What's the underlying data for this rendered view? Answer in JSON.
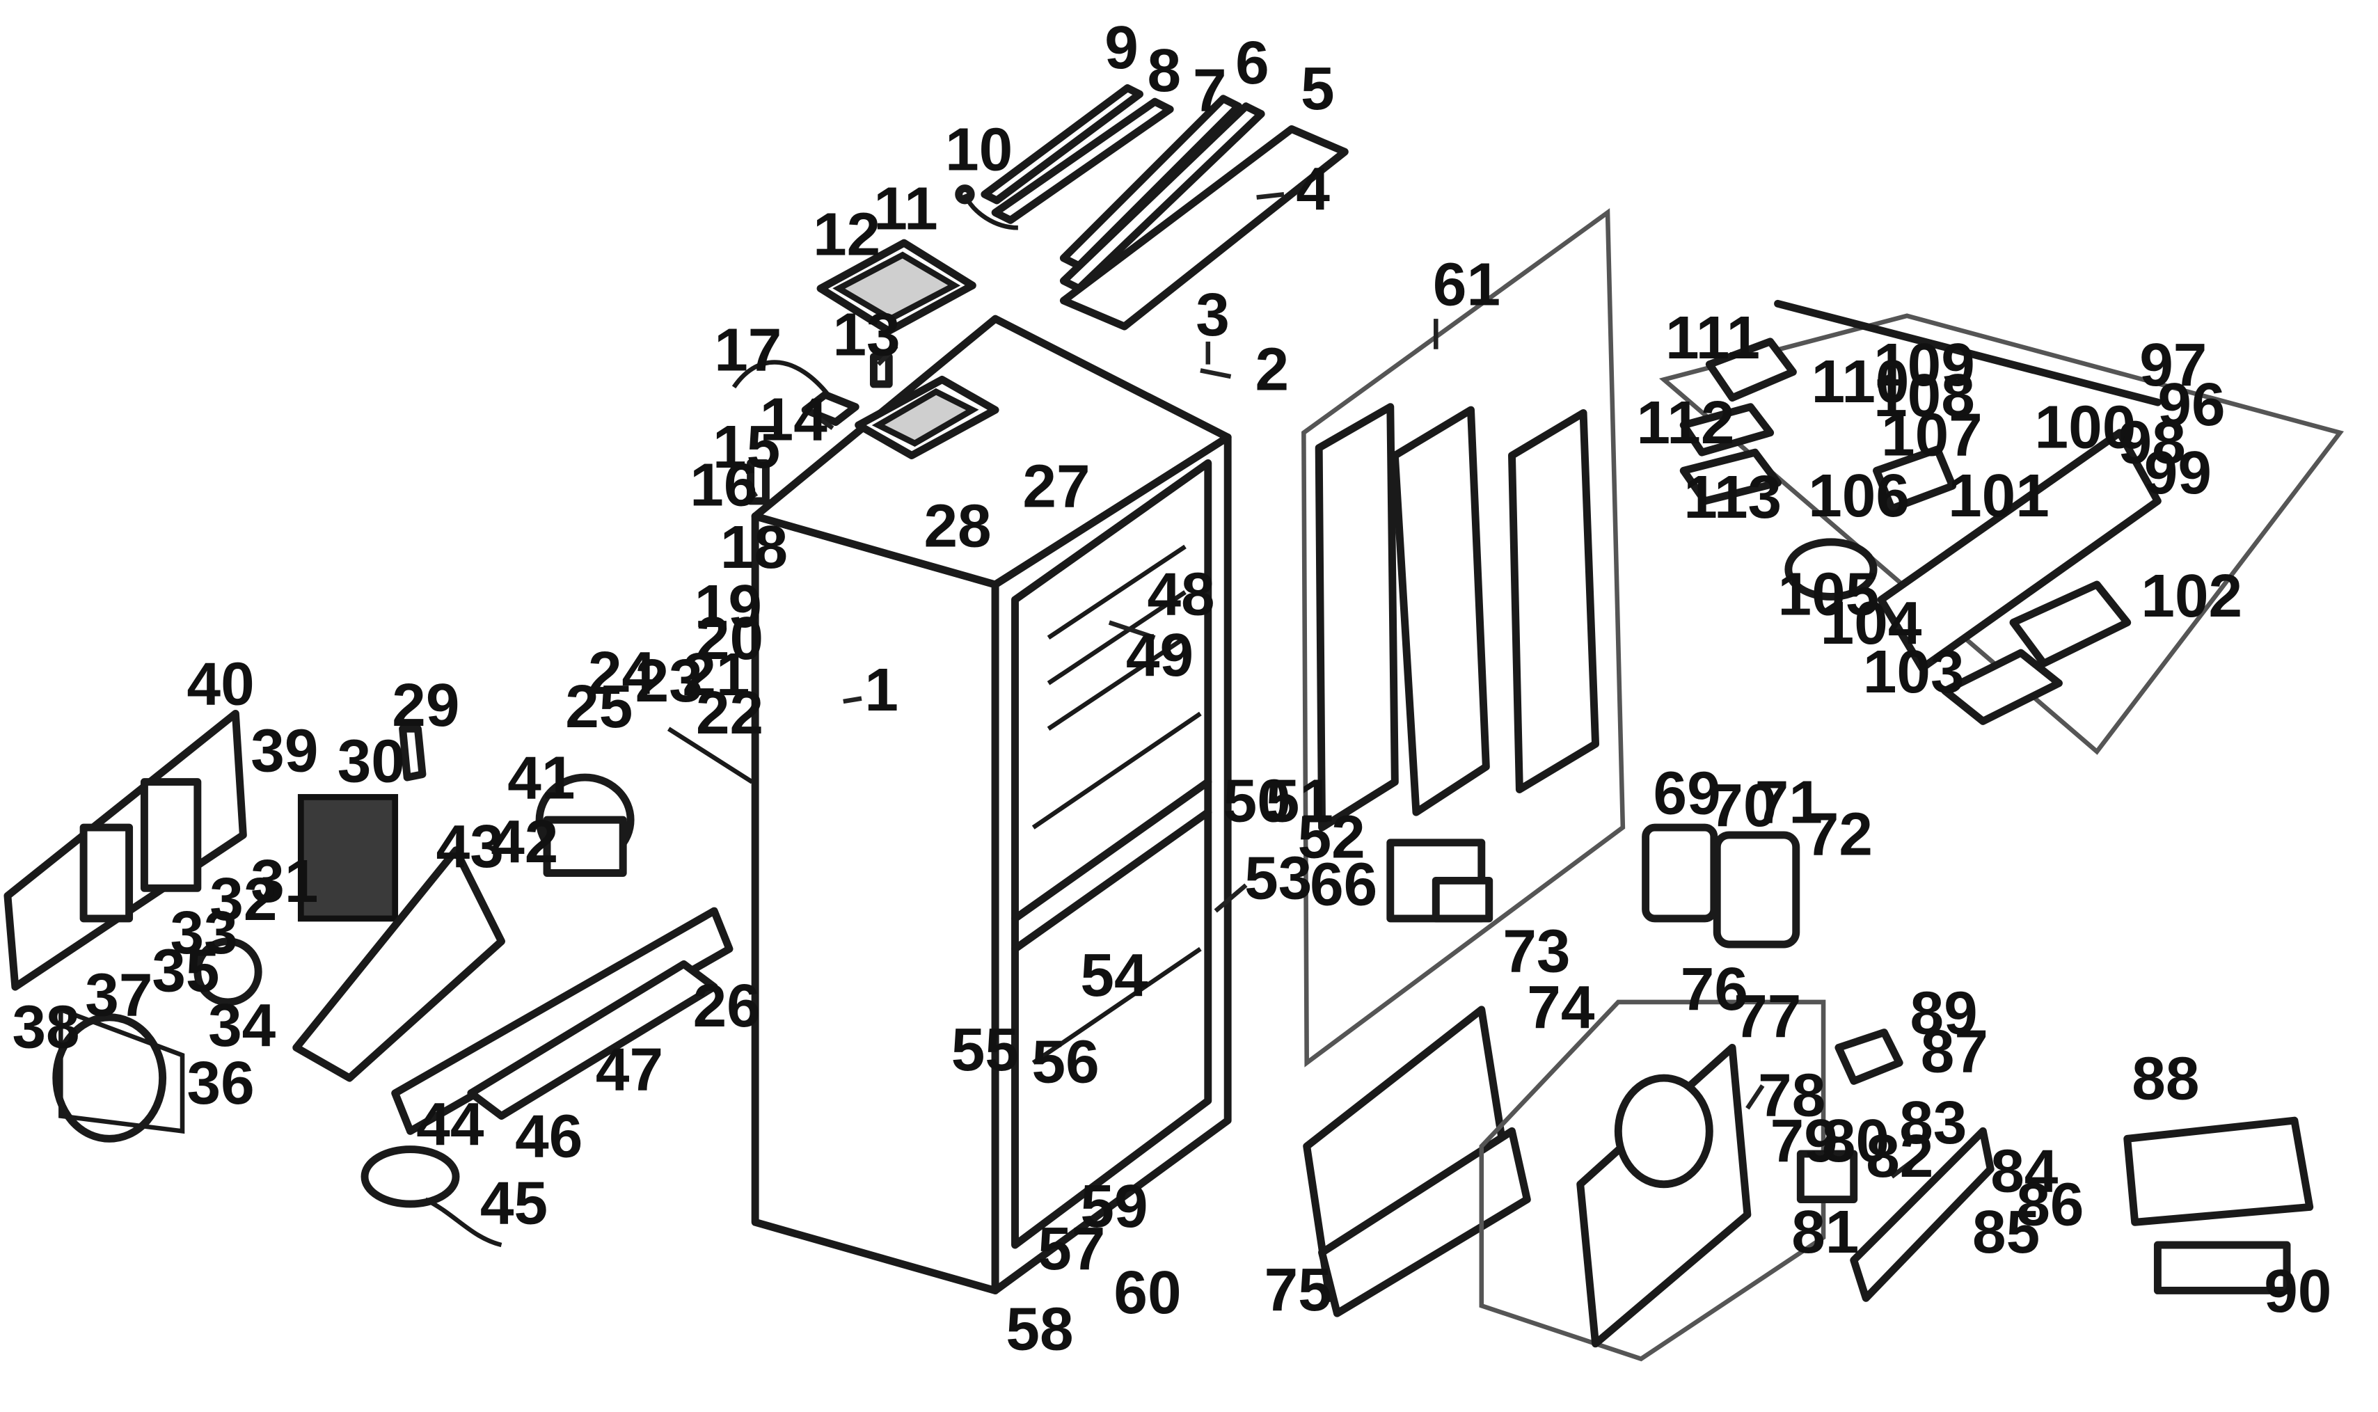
{
  "diagram": {
    "type": "exploded-parts-view",
    "line_color": "#1a1a1a",
    "background": "#ffffff",
    "callouts": [
      "1",
      "2",
      "3",
      "4",
      "5",
      "6",
      "7",
      "8",
      "9",
      "10",
      "11",
      "12",
      "13",
      "14",
      "15",
      "16",
      "17",
      "18",
      "19",
      "20",
      "21",
      "22",
      "23",
      "24",
      "25",
      "26",
      "27",
      "28",
      "29",
      "30",
      "31",
      "32",
      "33",
      "34",
      "35",
      "36",
      "37",
      "38",
      "39",
      "40",
      "41",
      "42",
      "43",
      "44",
      "45",
      "46",
      "47",
      "48",
      "49",
      "50",
      "51",
      "52",
      "53",
      "54",
      "55",
      "56",
      "57",
      "58",
      "59",
      "60",
      "61",
      "66",
      "69",
      "70",
      "71",
      "72",
      "73",
      "74",
      "75",
      "76",
      "77",
      "78",
      "79",
      "80",
      "81",
      "82",
      "83",
      "84",
      "85",
      "86",
      "87",
      "88",
      "89",
      "90",
      "96",
      "97",
      "98",
      "99",
      "100",
      "101",
      "102",
      "103",
      "104",
      "105",
      "106",
      "107",
      "108",
      "109",
      "110",
      "111",
      "112",
      "113"
    ]
  }
}
